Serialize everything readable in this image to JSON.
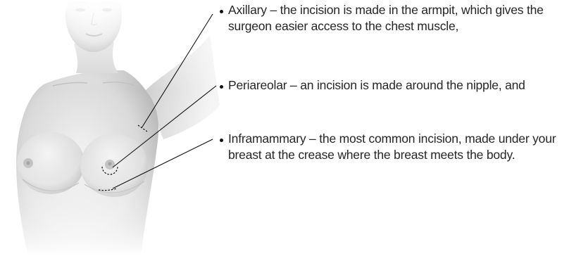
{
  "incision_list": {
    "items": [
      {
        "text": "Axillary – the incision is made in the armpit, which gives the surgeon easier access to the chest muscle,"
      },
      {
        "text": "Periareolar – an incision is made around the nipple, and"
      },
      {
        "text": "Inframammary – the most common incision, made under your breast at the crease where the breast meets the body."
      }
    ]
  }
}
